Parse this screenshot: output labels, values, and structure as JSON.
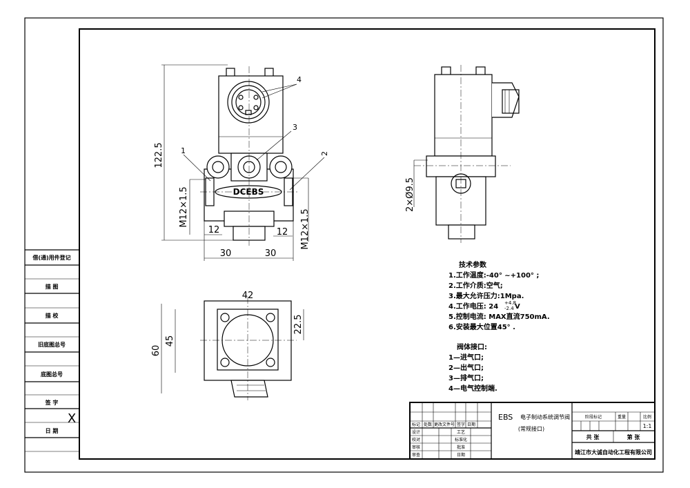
{
  "dimensions": {
    "front_height": "122.5",
    "front_left_thread": "M12×1.5",
    "front_right_thread": "M12×1.5",
    "front_left_12": "12",
    "front_right_12": "12",
    "front_left_30": "30",
    "front_right_30": "30",
    "side_port": "2×Ø9.5",
    "bottom_width": "42",
    "bottom_45": "45",
    "bottom_60": "60",
    "bottom_22_5": "22.5"
  },
  "callouts": {
    "c1": "1",
    "c2": "2",
    "c3": "3",
    "c4": "4"
  },
  "brand_label": "DCEBS",
  "tech": {
    "title": "技术参数",
    "lines": [
      "1.工作温度:-40° ~+100° ;",
      "2.工作介质:空气;",
      "3.最大允许压力:1Mpa.",
      "4.工作电压: 24",
      "5.控制电流: MAX直流750mA.",
      "6.安装最大位置45° ."
    ],
    "voltage_tol_upper": "+4.8",
    "voltage_tol_lower": "-2.4",
    "voltage_unit": "V"
  },
  "ports": {
    "title": "阀体接口:",
    "lines": [
      "1—进气口;",
      "2—出气口;",
      "3—排气口;",
      "4—电气控制端."
    ]
  },
  "left_column": {
    "r1": "借(通)用件登记",
    "r2": "描    图",
    "r3": "描    校",
    "r4": "旧底图总号",
    "r5": "底图总号",
    "r6": "签    字",
    "r6_mark": "X",
    "r7": "日    期"
  },
  "title_block": {
    "drawing_name_prefix": "EBS",
    "drawing_name": "电子制动系统调节阀",
    "drawing_sub": "(常规接口)",
    "h1": "标记",
    "h2": "处数",
    "h3": "更改文件号",
    "h4": "签字",
    "h5": "日期",
    "designer": "设计",
    "checker": "校对",
    "reviewer": "审核",
    "approve": "审查",
    "craft": "工艺",
    "standard": "标准化",
    "approval": "批准",
    "date": "日期",
    "stage_label": "阶段标记",
    "weight_label": "重量",
    "scale_label": "比例",
    "scale": "1:1",
    "total_sheets": "共    张",
    "sheet_no": "第    张",
    "company": "靖江市大诚自动化工程有限公司"
  }
}
